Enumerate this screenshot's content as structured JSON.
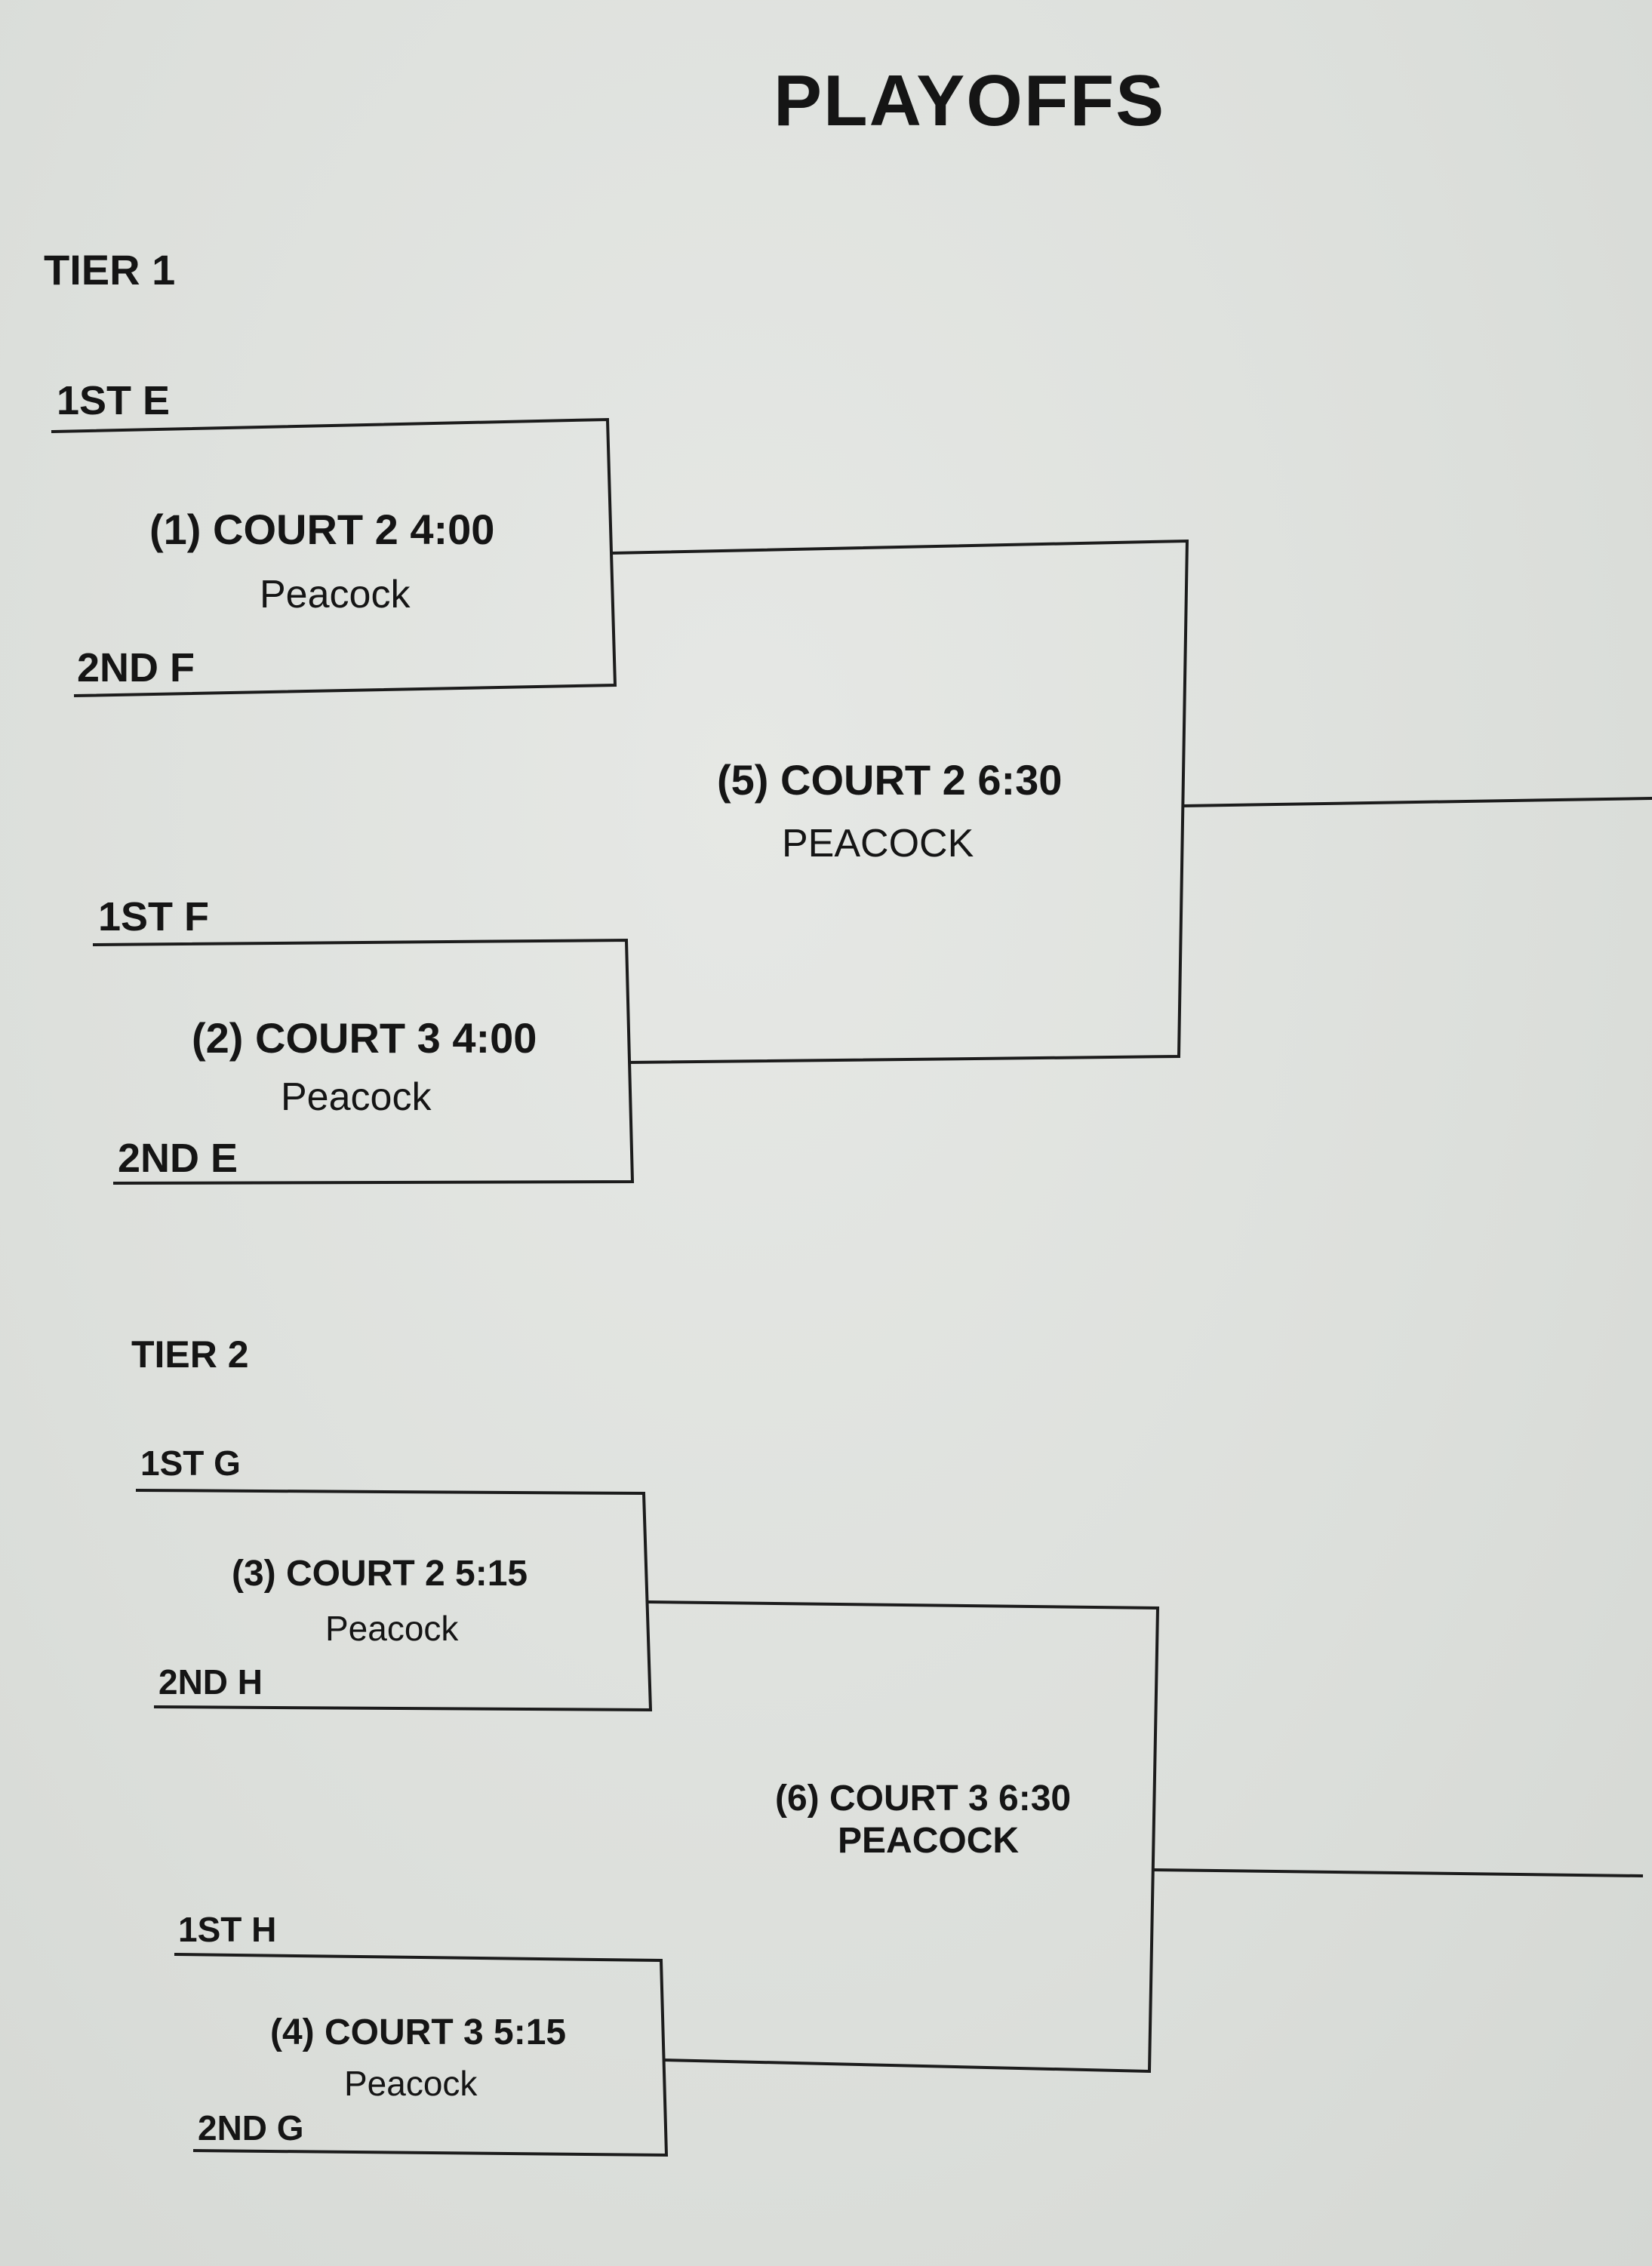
{
  "title": "PLAYOFFS",
  "tiers": [
    {
      "label": "TIER 1",
      "games": [
        {
          "title": "(1) COURT 2   4:00",
          "venue": "Peacock",
          "top": "1ST E",
          "bottom": "2ND F"
        },
        {
          "title": "(2) COURT 3  4:00",
          "venue": "Peacock",
          "top": "1ST F",
          "bottom": "2ND E"
        }
      ],
      "final": {
        "title": "(5) COURT 2  6:30",
        "venue": "PEACOCK"
      }
    },
    {
      "label": "TIER 2",
      "games": [
        {
          "title": "(3) COURT 2  5:15",
          "venue": "Peacock",
          "top": "1ST G",
          "bottom": "2ND H"
        },
        {
          "title": "(4) COURT 3 5:15",
          "venue": "Peacock",
          "top": "1ST H",
          "bottom": "2ND G"
        }
      ],
      "final": {
        "title": "(6) COURT 3 6:30",
        "venue": "PEACOCK"
      }
    }
  ]
}
